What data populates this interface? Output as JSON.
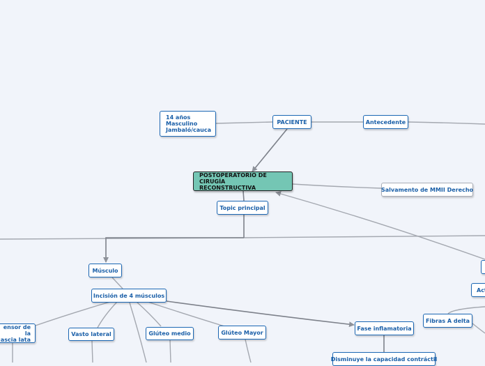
{
  "colors": {
    "background": "#f1f4fa",
    "node_border": "#1a66b3",
    "node_text": "#1a5fa8",
    "central_fill": "#74c6b4",
    "edge": "#8d9199"
  },
  "central_topic": {
    "label": "POSTOPERATORIO DE CIRUGÍA\nRECONSTRUCTIVA"
  },
  "topics": {
    "paciente": "PACIENTE",
    "paciente_info": "14 años\nMasculino\nJambaló/cauca",
    "antecedente": "Antecedente",
    "salvamento": "Salvamento de MMII Derecho",
    "topic_principal": "Topic principal",
    "musculo": "Músculo",
    "incision": "Incisión de 4 músculos",
    "tensor": "ensor de la\nascia lata",
    "vasto_lateral": "Vasto lateral",
    "gluteo_medio": "Glúteo medio",
    "gluteo_mayor": "Glúteo Mayor",
    "fase_inflamatoria": "Fase inflamatoria",
    "disminuye": "Disminuye la capacidad contráctil",
    "fibras": "Fibras A delta",
    "act": "Act"
  },
  "icons": {
    "arrow": "arrowhead-icon"
  }
}
